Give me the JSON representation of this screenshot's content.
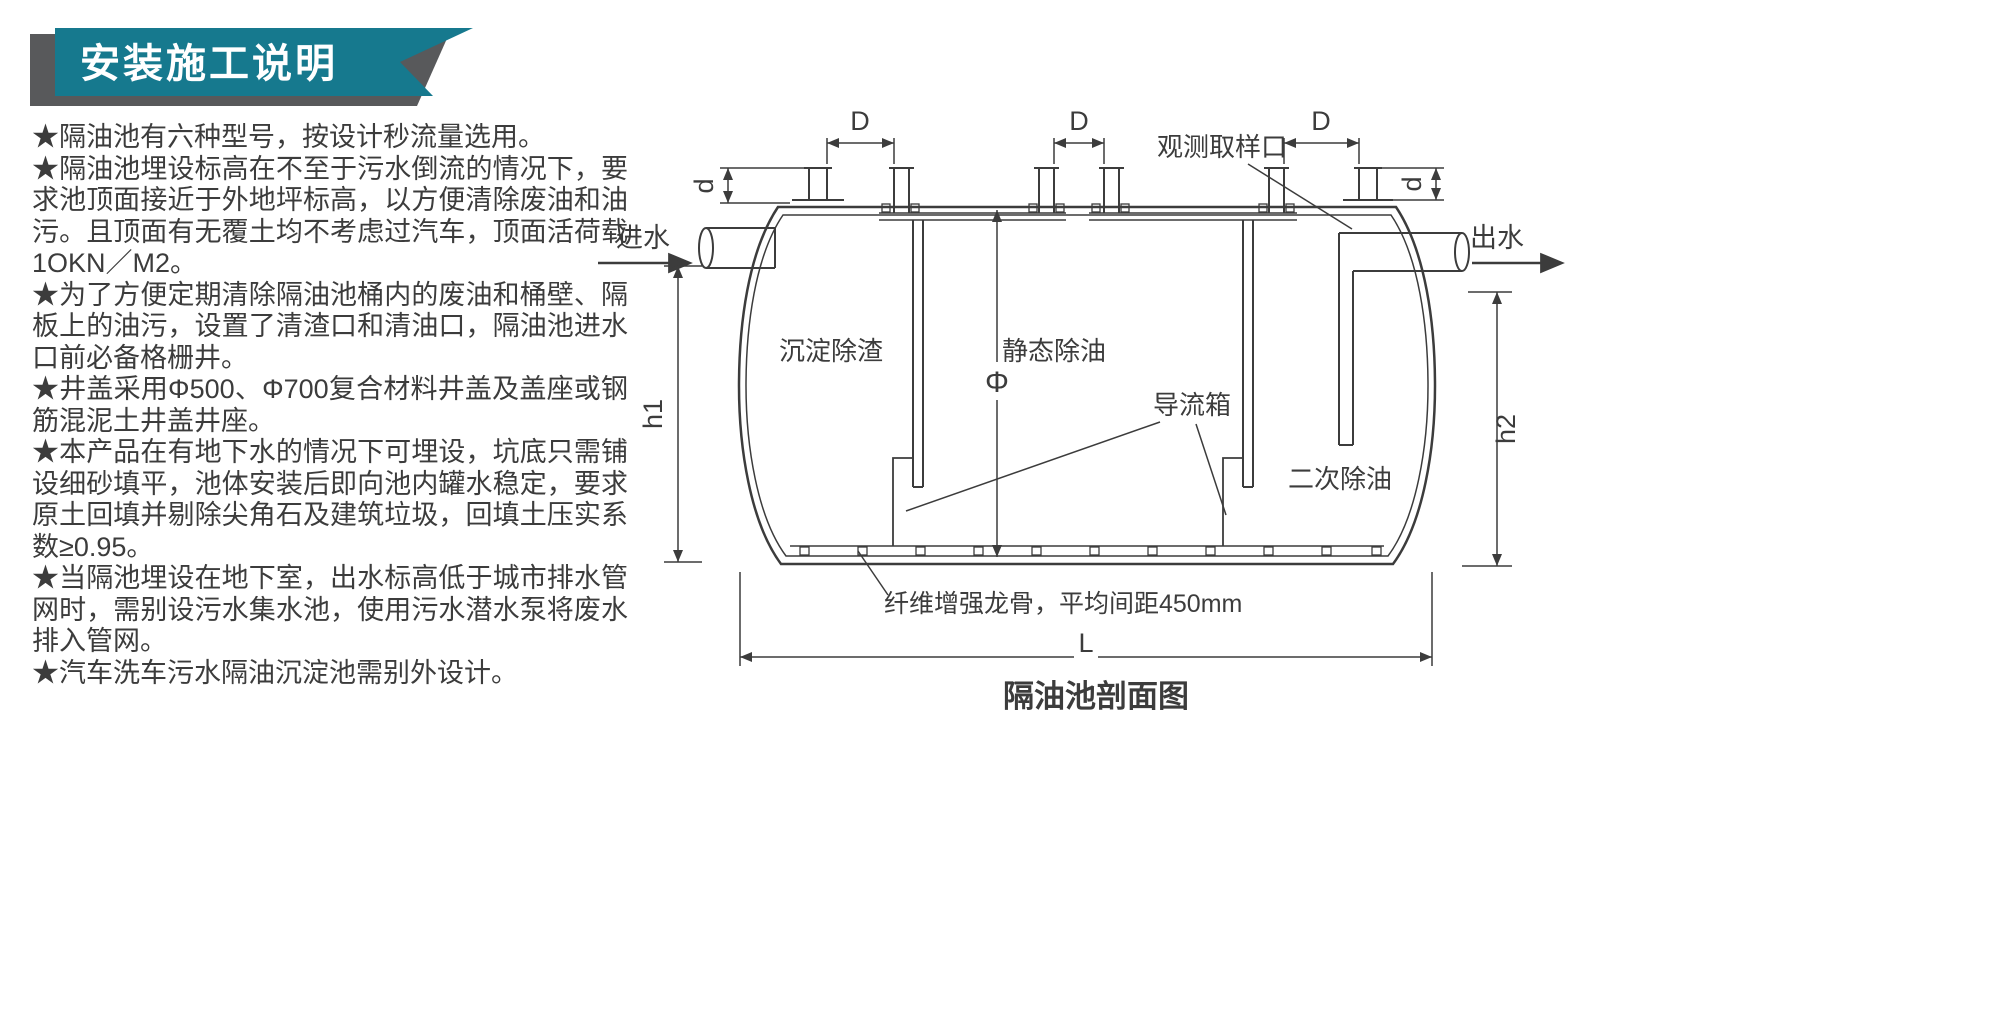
{
  "page": {
    "background": "#ffffff",
    "text_color": "#3c3c3c"
  },
  "header": {
    "title": "安装施工说明",
    "banner_color": "#16798e",
    "shadow_color": "#58595b"
  },
  "instructions": {
    "items": [
      "★隔油池有六种型号，按设计秒流量选用。",
      "★隔油池埋设标高在不至于污水倒流的情况下，要求池顶面接近于外地坪标高，以方便清除废油和油污。且顶面有无覆土均不考虑过汽车，顶面活荷载1OKN／M2。",
      "★为了方便定期清除隔油池桶内的废油和桶壁、隔板上的油污，设置了清渣口和清油口，隔油池进水口前必备格栅井。",
      "★井盖采用Φ500、Φ700复合材料井盖及盖座或钢筋混泥土井盖井座。",
      "★本产品在有地下水的情况下可埋设，坑底只需铺设细砂填平，池体安装后即向池内罐水稳定，要求原土回填并剔除尖角石及建筑垃圾，回填土压实系数≥0.95。",
      "★当隔池埋设在地下室，出水标高低于城市排水管网时，需别设污水集水池，使用污水潜水泵将废水排入管网。",
      "★汽车洗车污水隔油沉淀池需别外设计。"
    ]
  },
  "diagram": {
    "caption": "隔油池剖面图",
    "labels": {
      "inlet": "进水",
      "outlet": "出水",
      "observation_port": "观测取样口",
      "zone_sedimentation": "沉淀除渣",
      "zone_static": "静态除油",
      "zone_secondary": "二次除油",
      "flow_guide_box": "导流箱",
      "keel_note": "纤维增强龙骨，平均间距450mm",
      "dim_D": "D",
      "dim_d": "d",
      "dim_h1": "h1",
      "dim_h2": "h2",
      "dim_phi": "Φ",
      "dim_L": "L"
    }
  }
}
